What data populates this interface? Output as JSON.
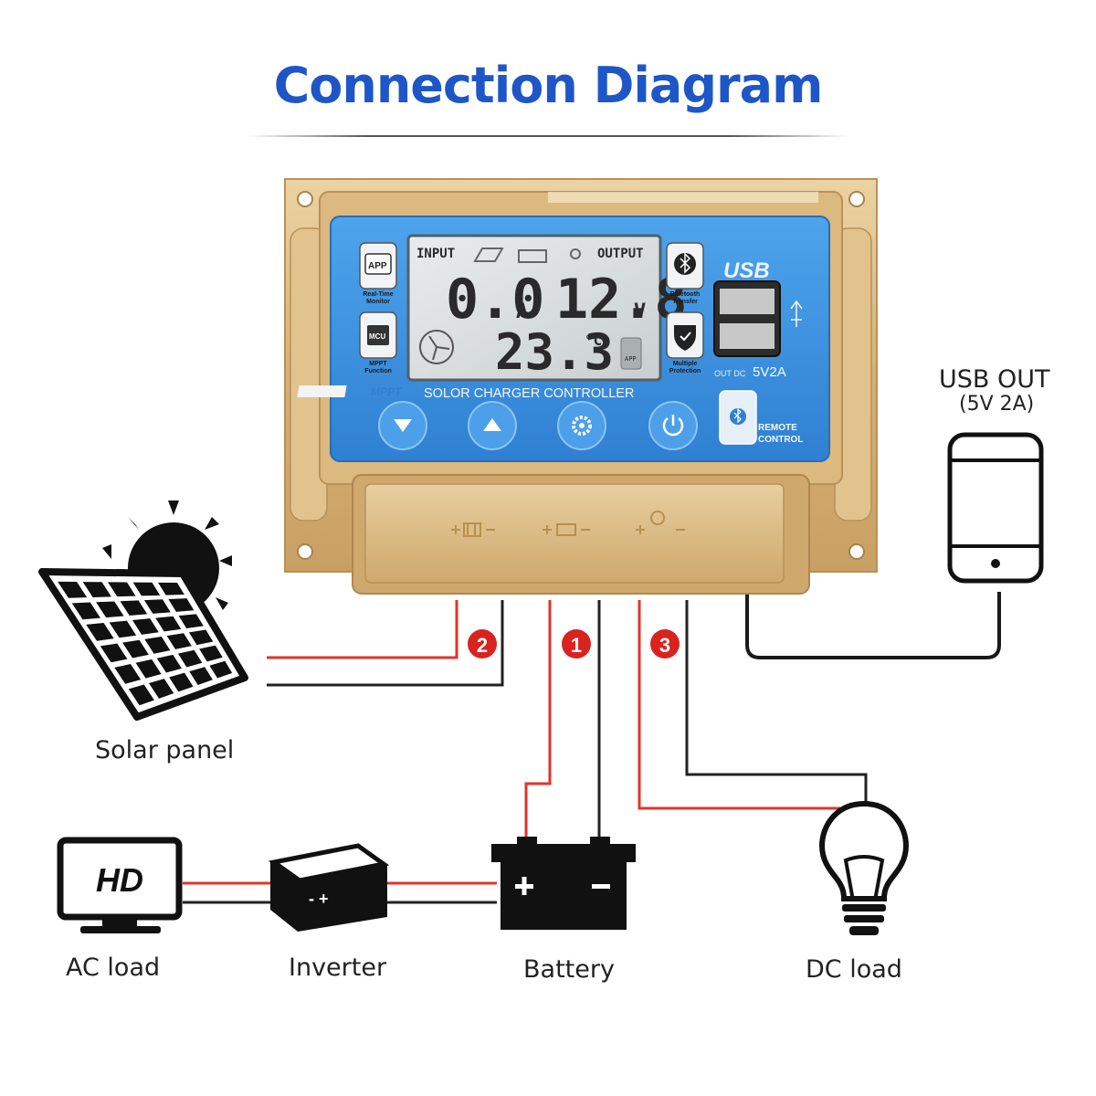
{
  "title": "Connection Diagram",
  "controller": {
    "lcd": {
      "input_label": "INPUT",
      "output_label": "OUTPUT",
      "current_value": "0.0",
      "current_unit": "A",
      "voltage_value": "12.8",
      "voltage_unit": "V",
      "temperature_value": "23.3",
      "temperature_unit": "°C",
      "app_icon_label": "APP"
    },
    "left_badges": [
      {
        "icon": "APP",
        "caption1": "Real-Time",
        "caption2": "Monitor"
      },
      {
        "icon": "MCU",
        "caption1": "MPPT",
        "caption2": "Function"
      }
    ],
    "right_badges": [
      {
        "icon": "bluetooth-icon",
        "caption1": "Bluetooth",
        "caption2": "Transfer"
      },
      {
        "icon": "shield-icon",
        "caption1": "Multiple",
        "caption2": "Protection"
      }
    ],
    "mppt_badge": "MPPT",
    "panel_name": "SOLOR CHARGER CONTROLLER",
    "usb_label": "USB",
    "usb_out_label": "OUT DC",
    "usb_rating": "5V2A",
    "remote_label1": "REMOTE",
    "remote_label2": "CONTROL",
    "buttons": [
      "down-arrow-icon",
      "up-arrow-icon",
      "gear-icon",
      "power-icon"
    ]
  },
  "markers": {
    "battery": "1",
    "solar": "2",
    "load": "3"
  },
  "labels": {
    "usb_out": "USB OUT",
    "usb_rating": "(5V 2A)",
    "solar_panel": "Solar panel",
    "ac_load": "AC load",
    "inverter": "Inverter",
    "battery": "Battery",
    "dc_load": "DC load",
    "tv_text": "HD"
  },
  "colors": {
    "title": "#1f56c7",
    "wire_positive": "#e0342a",
    "wire_negative": "#222222",
    "panel_blue": "#3d93e0",
    "body_gold": "#d9b57a"
  }
}
